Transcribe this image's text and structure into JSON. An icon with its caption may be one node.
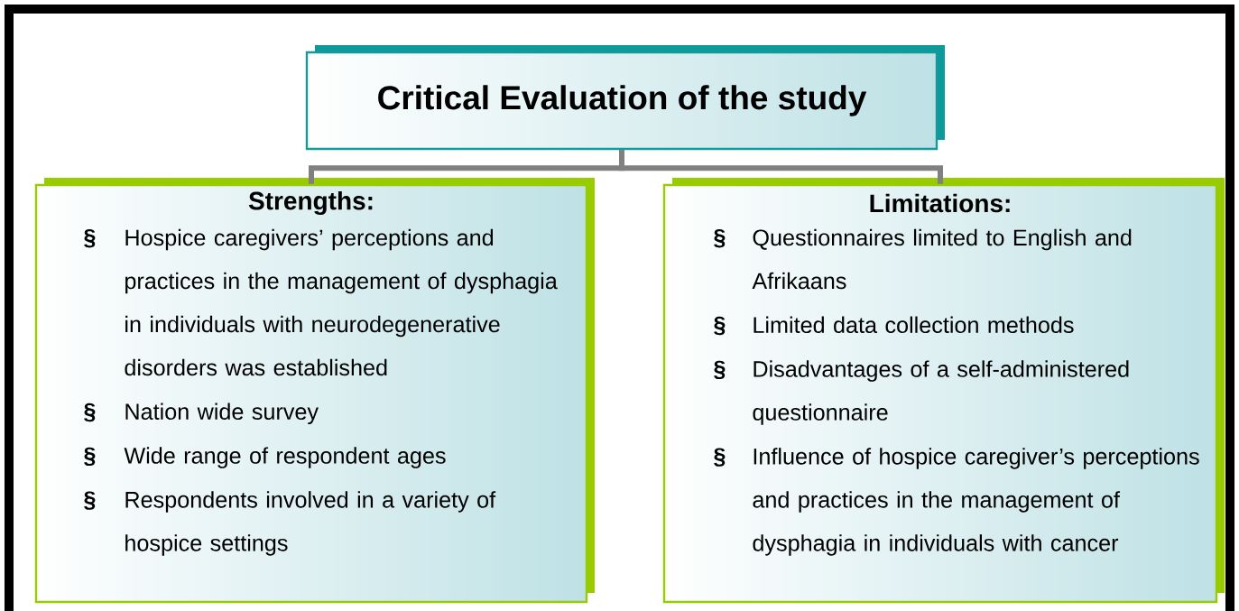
{
  "diagram": {
    "nodes": [
      {
        "text": [
          "Critical Evaluation of the study"
        ]
      },
      {
        "text": [
          "Strengths:",
          "Hospice caregivers’ perceptions and practices in the management of dysphagia in individuals with neurodegenerative disorders was established",
          "Nation wide survey",
          "Wide range of respondent ages",
          "Respondents involved in a variety of hospice settings"
        ]
      },
      {
        "text": [
          "Limitations:",
          "Questionnaires limited to English and Afrikaans",
          "Limited data collection methods",
          "Disadvantages of a self-administered questionnaire",
          "Influence of hospice caregiver’s perceptions and practices in the management of dysphagia in individuals with cancer"
        ]
      }
    ],
    "labels": [
      "§",
      "§",
      "§",
      "§",
      "§",
      "§",
      "§",
      "§"
    ],
    "edges": [
      {
        "from": 0,
        "to": 1,
        "arrow": "none"
      },
      {
        "from": 0,
        "to": 2,
        "arrow": "none"
      }
    ]
  }
}
